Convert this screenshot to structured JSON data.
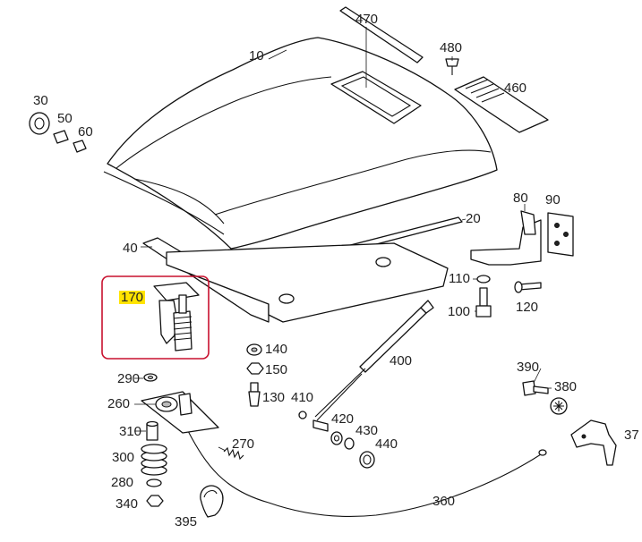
{
  "labels": {
    "p10": "10",
    "p20": "20",
    "p30": "30",
    "p40": "40",
    "p50": "50",
    "p60": "60",
    "p80": "80",
    "p90": "90",
    "p100": "100",
    "p110": "110",
    "p120": "120",
    "p130": "130",
    "p140": "140",
    "p150": "150",
    "p170": "170",
    "p260": "260",
    "p270": "270",
    "p280": "280",
    "p290": "290",
    "p300": "300",
    "p310": "310",
    "p340": "340",
    "p360": "360",
    "p37": "37",
    "p380": "380",
    "p390": "390",
    "p395": "395",
    "p400": "400",
    "p410": "410",
    "p420": "420",
    "p430": "430",
    "p440": "440",
    "p460": "460",
    "p470": "470",
    "p480": "480"
  },
  "highlight": {
    "label": "170",
    "label_color": "#ffe400",
    "box_color": "#c8102e"
  }
}
